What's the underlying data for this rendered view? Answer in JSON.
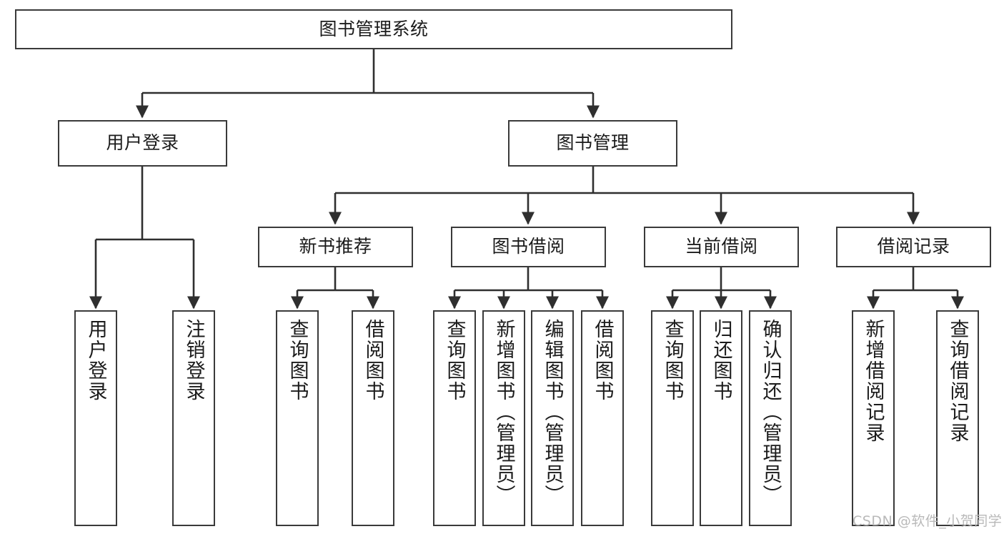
{
  "diagram": {
    "type": "tree-hierarchy",
    "title": "图书管理系统",
    "watermark": "CSDN @软件_小贺同学",
    "colors": {
      "box_border": "#3a3a3a",
      "box_fill": "#ffffff",
      "edge": "#2f2f2f",
      "text": "#1b1b1b",
      "watermark": "#b9b9b9",
      "background": "#ffffff"
    },
    "levels": {
      "root": [
        "图书管理系统"
      ],
      "level2": [
        "用户登录",
        "图书管理"
      ],
      "level3": [
        "新书推荐",
        "图书借阅",
        "当前借阅",
        "借阅记录"
      ],
      "leaves": [
        "用户登录",
        "注销登录",
        "查询图书",
        "借阅图书",
        "查询图书",
        "新增图书（管理员）",
        "编辑图书（管理员）",
        "借阅图书",
        "查询图书",
        "归还图书",
        "确认归还（管理员）",
        "新增借阅记录",
        "查询借阅记录"
      ]
    },
    "nodes": {
      "root": {
        "label": "图书管理系统"
      },
      "user_login": {
        "label": "用户登录"
      },
      "book_mgmt": {
        "label": "图书管理"
      },
      "new_book_rec": {
        "label": "新书推荐"
      },
      "book_borrow": {
        "label": "图书借阅"
      },
      "current_borrow": {
        "label": "当前借阅"
      },
      "borrow_record": {
        "label": "借阅记录"
      },
      "leaf_user_login": {
        "label": "用户登录"
      },
      "leaf_logout": {
        "label": "注销登录"
      },
      "leaf_query_book_a": {
        "label": "查询图书"
      },
      "leaf_borrow_book_a": {
        "label": "借阅图书"
      },
      "leaf_query_book_b": {
        "label": "查询图书"
      },
      "leaf_add_book_admin": {
        "label": "新增图书（管理员）"
      },
      "leaf_edit_book_admin": {
        "label": "编辑图书（管理员）"
      },
      "leaf_borrow_book_b": {
        "label": "借阅图书"
      },
      "leaf_query_book_c": {
        "label": "查询图书"
      },
      "leaf_return_book": {
        "label": "归还图书"
      },
      "leaf_confirm_return_admin": {
        "label": "确认归还（管理员）"
      },
      "leaf_add_borrow_record": {
        "label": "新增借阅记录"
      },
      "leaf_query_borrow_record": {
        "label": "查询借阅记录"
      }
    },
    "edges": [
      {
        "from": "图书管理系统",
        "to": "用户登录"
      },
      {
        "from": "图书管理系统",
        "to": "图书管理"
      },
      {
        "from": "用户登录",
        "to": "用户登录"
      },
      {
        "from": "用户登录",
        "to": "注销登录"
      },
      {
        "from": "图书管理",
        "to": "新书推荐"
      },
      {
        "from": "图书管理",
        "to": "图书借阅"
      },
      {
        "from": "图书管理",
        "to": "当前借阅"
      },
      {
        "from": "图书管理",
        "to": "借阅记录"
      },
      {
        "from": "新书推荐",
        "to": "查询图书"
      },
      {
        "from": "新书推荐",
        "to": "借阅图书"
      },
      {
        "from": "图书借阅",
        "to": "查询图书"
      },
      {
        "from": "图书借阅",
        "to": "新增图书（管理员）"
      },
      {
        "from": "图书借阅",
        "to": "编辑图书（管理员）"
      },
      {
        "from": "图书借阅",
        "to": "借阅图书"
      },
      {
        "from": "当前借阅",
        "to": "查询图书"
      },
      {
        "from": "当前借阅",
        "to": "归还图书"
      },
      {
        "from": "当前借阅",
        "to": "确认归还（管理员）"
      },
      {
        "from": "借阅记录",
        "to": "新增借阅记录"
      },
      {
        "from": "借阅记录",
        "to": "查询借阅记录"
      }
    ]
  }
}
